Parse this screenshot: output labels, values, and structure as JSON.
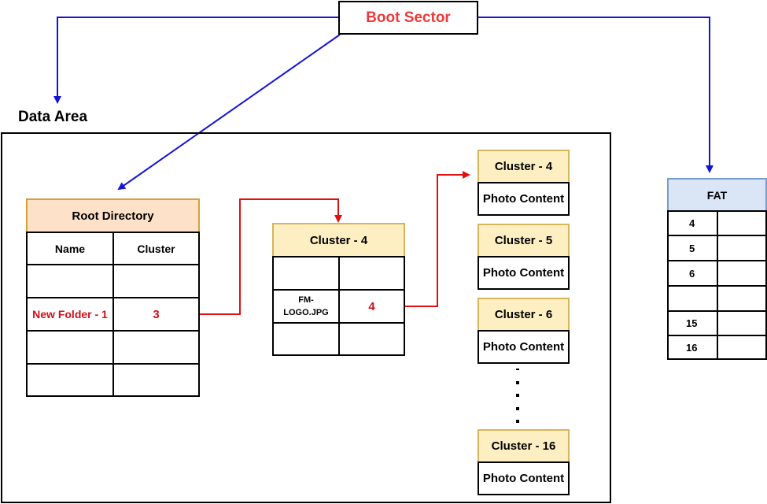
{
  "boot_sector": {
    "label": "Boot Sector"
  },
  "data_area": {
    "label": "Data Area"
  },
  "root_directory": {
    "title": "Root Directory",
    "columns": [
      "Name",
      "Cluster"
    ],
    "rows": [
      [
        "",
        ""
      ],
      [
        "New Folder - 1",
        "3"
      ],
      [
        "",
        ""
      ],
      [
        "",
        ""
      ]
    ]
  },
  "folder_cluster": {
    "title": "Cluster - 4",
    "rows": [
      [
        "",
        ""
      ],
      [
        "FM-\nLOGO.JPG",
        "4"
      ],
      [
        "",
        ""
      ]
    ]
  },
  "content_clusters": [
    {
      "title": "Cluster - 4",
      "content": "Photo Content"
    },
    {
      "title": "Cluster - 5",
      "content": "Photo Content"
    },
    {
      "title": "Cluster - 6",
      "content": "Photo Content"
    },
    {
      "title": "Cluster - 16",
      "content": "Photo Content"
    }
  ],
  "fat": {
    "title": "FAT",
    "rows": [
      "4",
      "5",
      "6",
      "",
      "15",
      "16"
    ]
  },
  "colors": {
    "blue_arrow": "#1414d8",
    "red_arrow": "#e01010",
    "boot_text": "#ee3a3a",
    "highlight_text": "#d0101a"
  }
}
